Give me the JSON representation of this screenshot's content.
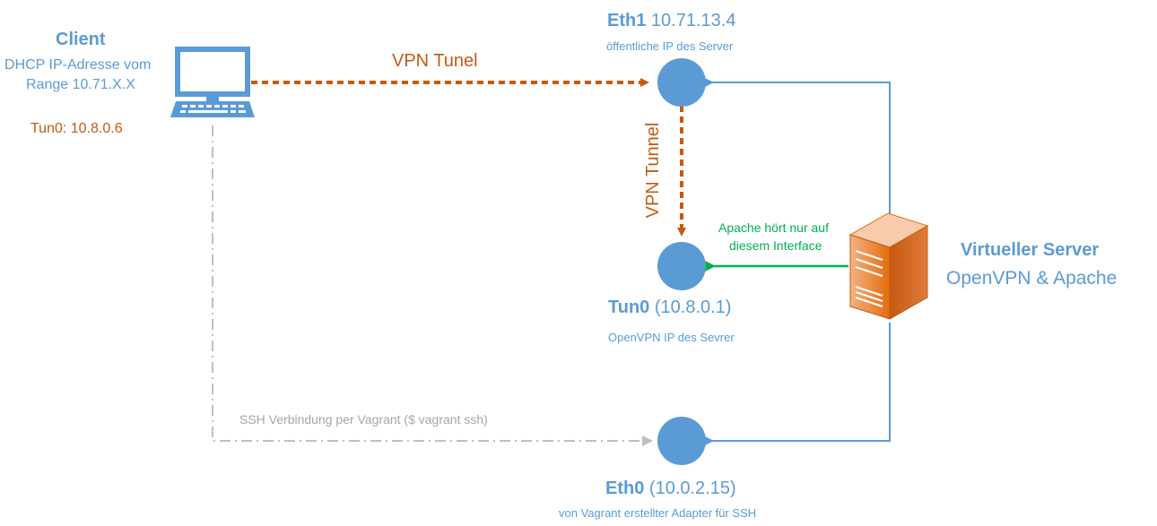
{
  "client": {
    "title": "Client",
    "line1": "DHCP IP-Adresse vom",
    "line2": "Range 10.71.X.X",
    "tun": "Tun0: 10.8.0.6"
  },
  "eth1": {
    "name": "Eth1",
    "ip": "10.71.13.4",
    "desc": "öffentliche IP des Server"
  },
  "tun0": {
    "name": "Tun0",
    "ip": "(10.8.0.1)",
    "desc": "OpenVPN IP des Sevrer"
  },
  "eth0": {
    "name": "Eth0",
    "ip": "(10.0.2.15)",
    "desc": "von Vagrant erstellter Adapter für SSH"
  },
  "edges": {
    "vpn_horizontal": "VPN Tunel",
    "vpn_vertical": "VPN Tunnel",
    "apache_line1": "Apache hört nur auf",
    "apache_line2": "diesem Interface",
    "ssh": "SSH Verbindung per Vagrant ($ vagrant ssh)"
  },
  "server": {
    "title": "Virtueller Server",
    "subtitle": "OpenVPN & Apache"
  },
  "colors": {
    "blue": "#5b9bd5",
    "orange": "#c55a11",
    "green": "#00b050",
    "grey": "#bfbfbf"
  }
}
